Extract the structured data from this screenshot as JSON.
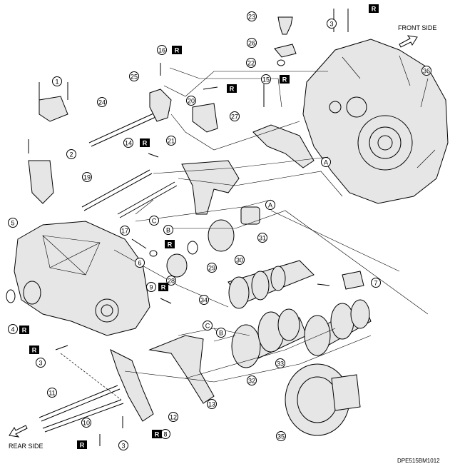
{
  "labels": {
    "front_side": "FRONT SIDE",
    "rear_side": "REAR SIDE",
    "diagram_code": "DPE515BM1012"
  },
  "replace_marker": "R",
  "part_callouts": [
    "1",
    "2",
    "3",
    "3",
    "3",
    "4",
    "5",
    "6",
    "7",
    "8",
    "9",
    "10",
    "11",
    "12",
    "13",
    "14",
    "15",
    "16",
    "17",
    "19",
    "20",
    "21",
    "22",
    "23",
    "24",
    "25",
    "26",
    "27",
    "28",
    "29",
    "30",
    "31",
    "32",
    "33",
    "34",
    "35",
    "36",
    "A",
    "A",
    "B",
    "B",
    "C",
    "C"
  ]
}
